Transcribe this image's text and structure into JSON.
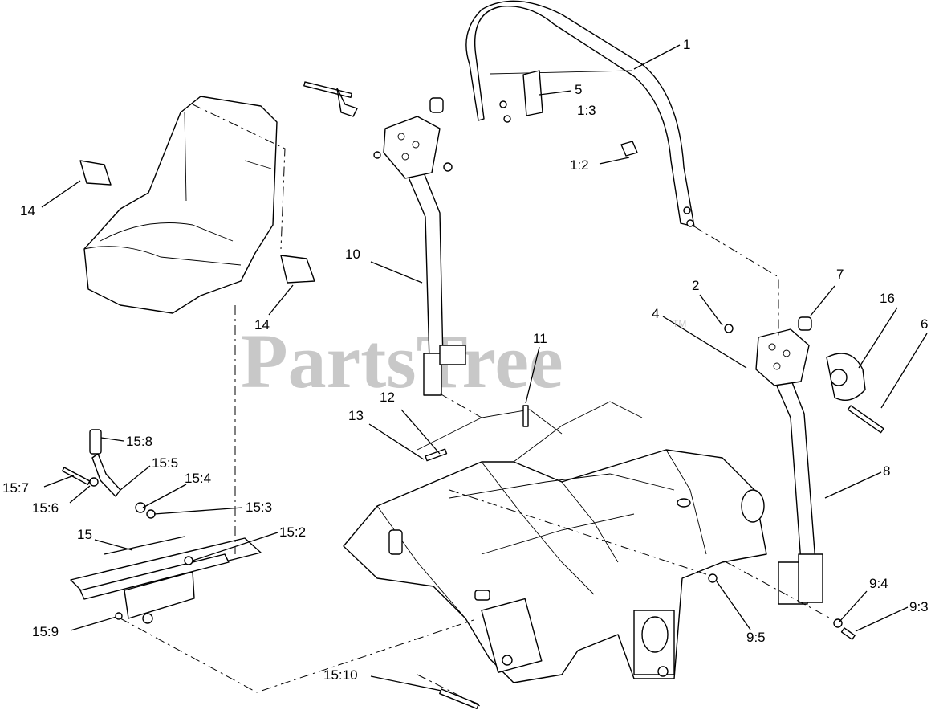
{
  "watermark": {
    "text": "PartsTree",
    "trademark": "TM"
  },
  "callouts": [
    {
      "id": "c1",
      "text": "1"
    },
    {
      "id": "c5",
      "text": "5"
    },
    {
      "id": "c13b",
      "text": "1:3"
    },
    {
      "id": "c12b",
      "text": "1:2"
    },
    {
      "id": "c14a",
      "text": "14"
    },
    {
      "id": "c14b",
      "text": "14"
    },
    {
      "id": "c10",
      "text": "10"
    },
    {
      "id": "c2",
      "text": "2"
    },
    {
      "id": "c7",
      "text": "7"
    },
    {
      "id": "c16",
      "text": "16"
    },
    {
      "id": "c4",
      "text": "4"
    },
    {
      "id": "c6",
      "text": "6"
    },
    {
      "id": "c11",
      "text": "11"
    },
    {
      "id": "c12",
      "text": "12"
    },
    {
      "id": "c13",
      "text": "13"
    },
    {
      "id": "c8",
      "text": "8"
    },
    {
      "id": "c158",
      "text": "15:8"
    },
    {
      "id": "c155",
      "text": "15:5"
    },
    {
      "id": "c157",
      "text": "15:7"
    },
    {
      "id": "c154",
      "text": "15:4"
    },
    {
      "id": "c156",
      "text": "15:6"
    },
    {
      "id": "c153",
      "text": "15:3"
    },
    {
      "id": "c15",
      "text": "15"
    },
    {
      "id": "c152",
      "text": "15:2"
    },
    {
      "id": "c159",
      "text": "15:9"
    },
    {
      "id": "c94",
      "text": "9:4"
    },
    {
      "id": "c93",
      "text": "9:3"
    },
    {
      "id": "c95",
      "text": "9:5"
    },
    {
      "id": "c1510",
      "text": "15:10"
    }
  ]
}
